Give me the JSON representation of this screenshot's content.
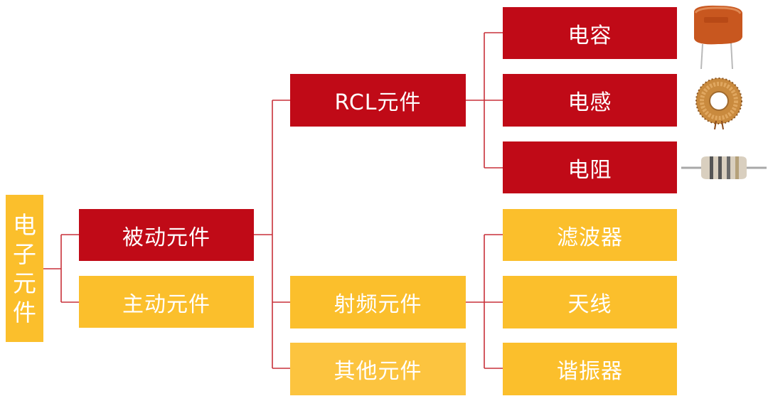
{
  "root": {
    "chars": [
      "电",
      "子",
      "元",
      "件"
    ]
  },
  "level1": {
    "passive": "被动元件",
    "active": "主动元件"
  },
  "level2": {
    "rcl": "RCL元件",
    "rf": "射频元件",
    "other": "其他元件"
  },
  "level3": {
    "capacitor": "电容",
    "inductor": "电感",
    "resistor": "电阻",
    "filter": "滤波器",
    "antenna": "天线",
    "resonator": "谐振器"
  },
  "colors": {
    "red": "#c00a17",
    "yellow": "#fbbf2c",
    "connector": "#c8313a"
  }
}
